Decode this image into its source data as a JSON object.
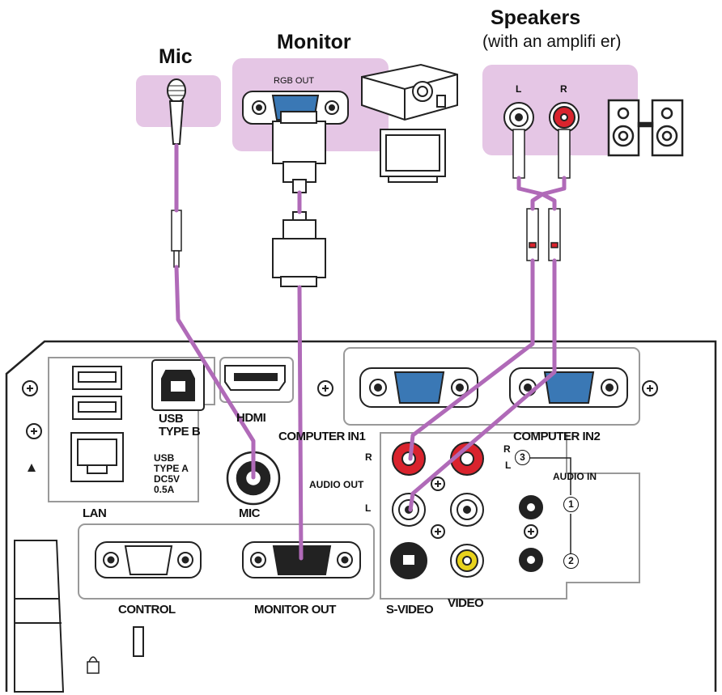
{
  "labels": {
    "mic_title": "Mic",
    "monitor_title": "Monitor",
    "speakers_title": "Speakers",
    "speakers_subtitle": "(with an amplifi er)",
    "rgb_out": "RGB OUT",
    "speaker_l": "L",
    "speaker_r": "R",
    "usb_type_b": "USB\nTYPE B",
    "hdmi": "HDMI",
    "computer_in1": "COMPUTER IN1",
    "computer_in2": "COMPUTER IN2",
    "usb_type_a": "USB\nTYPE A\nDC5V\n0.5A",
    "lan": "LAN",
    "mic": "MIC",
    "audio_out": "AUDIO OUT",
    "audio_out_r": "R",
    "audio_out_l": "L",
    "audio_in": "AUDIO IN",
    "audio_in_r": "R",
    "audio_in_l": "L",
    "num_1": "1",
    "num_2": "2",
    "num_3": "3",
    "control": "CONTROL",
    "monitor_out": "MONITOR OUT",
    "s_video": "S-VIDEO",
    "video": "VIDEO"
  },
  "colors": {
    "cable": "#b06ab8",
    "highlight": "#e5c6e5",
    "port_blue": "#3a78b5",
    "jack_red": "#d9232d",
    "jack_yellow": "#e8d21c",
    "outline": "#222222"
  }
}
